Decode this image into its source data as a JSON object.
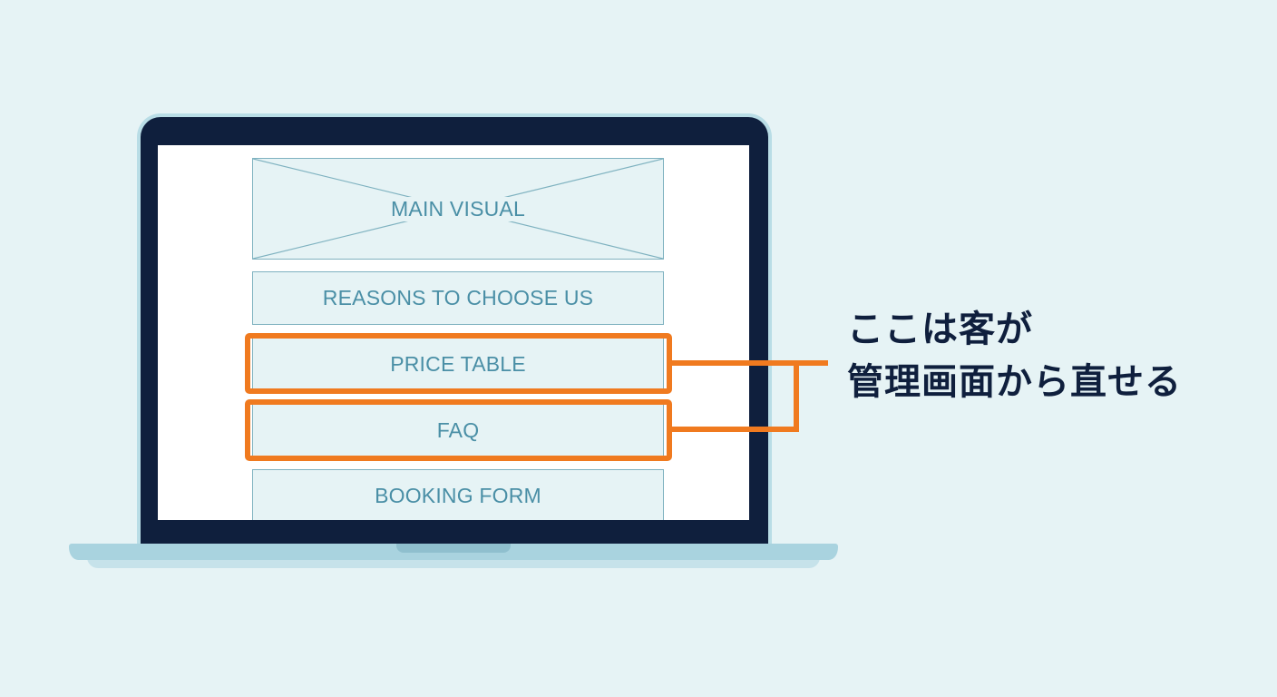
{
  "wireframe": {
    "main_visual": "MAIN VISUAL",
    "reasons": "REASONS TO CHOOSE US",
    "price_table": "PRICE TABLE",
    "faq": "FAQ",
    "booking_form": "BOOKING FORM"
  },
  "callout": {
    "line1": "ここは客が",
    "line2": "管理画面から直せる"
  },
  "colors": {
    "highlight": "#f07a1f",
    "text_dark": "#0f1f3d",
    "wireframe_text": "#4a8fa6"
  }
}
